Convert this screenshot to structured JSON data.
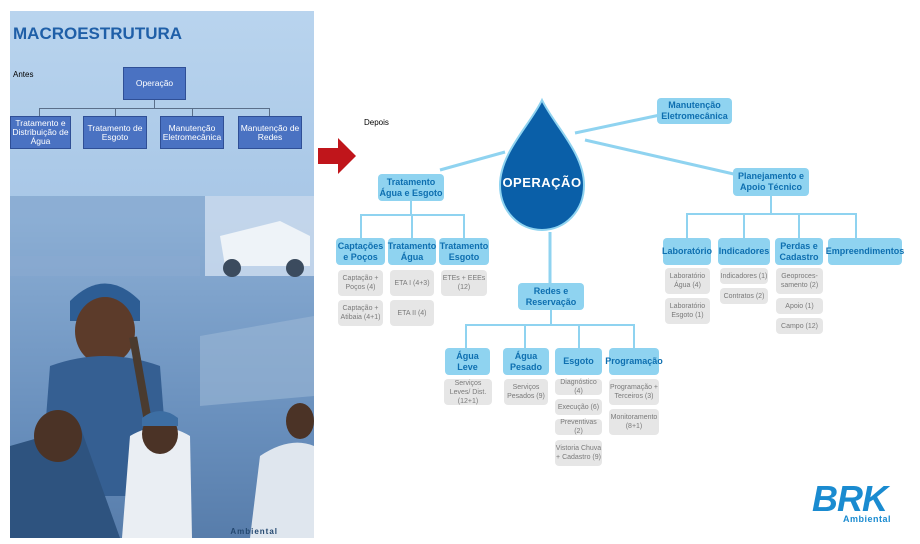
{
  "before": {
    "title": "MACROESTRUTURA",
    "label": "Antes",
    "root": "Operação",
    "children": [
      "Tratamento e Distribuição de Água",
      "Tratamento de Esgoto",
      "Manutenção Eletromecânica",
      "Manutenção de Redes"
    ],
    "photo_text": "Ambiental"
  },
  "after": {
    "label": "Depois",
    "center": "OPERAÇÃO",
    "manut": "Manutenção Eletromecânica",
    "trat": {
      "label": "Tratamento Água e Esgoto",
      "cols": [
        {
          "label": "Captações e Poços",
          "items": [
            "Captação + Poços (4)",
            "Captação + Atibaia (4+1)"
          ]
        },
        {
          "label": "Tratamento Água",
          "items": [
            "ETA I (4+3)",
            "ETA II (4)"
          ]
        },
        {
          "label": "Tratamento Esgoto",
          "items": [
            "ETEs + EEEs (12)"
          ]
        }
      ]
    },
    "planej": {
      "label": "Planejamento e Apoio Técnico",
      "cols": [
        {
          "label": "Laboratório",
          "items": [
            "Laboratório Água (4)",
            "Laboratório Esgoto (1)"
          ]
        },
        {
          "label": "Indicadores",
          "items": [
            "Indicadores (1)",
            "Contratos (2)"
          ]
        },
        {
          "label": "Perdas e Cadastro",
          "items": [
            "Geoproces-samento (2)",
            "Apoio (1)",
            "Campo (12)"
          ]
        },
        {
          "label": "Empreendimentos",
          "items": []
        }
      ]
    },
    "redes": {
      "label": "Redes e Reservação",
      "cols": [
        {
          "label": "Água Leve",
          "items": [
            "Serviços Leves/ Dist. (12+1)"
          ]
        },
        {
          "label": "Água Pesado",
          "items": [
            "Serviços Pesados (9)"
          ]
        },
        {
          "label": "Esgoto",
          "items": [
            "Diagnóstico (4)",
            "Execução (6)",
            "Preventivas (2)",
            "Vistoria Chuva + Cadastro (9)"
          ]
        },
        {
          "label": "Programação",
          "items": [
            "Programação + Terceiros (3)",
            "Monitoramento (8+1)"
          ]
        }
      ]
    }
  },
  "logo": {
    "brand": "BRK",
    "sub": "Ambiental"
  },
  "colors": {
    "node": "#8fd3f0",
    "node_text": "#0e6fb0",
    "drop": "#0a5fa8",
    "arrow": "#c0151b",
    "old_box": "#4a72c2"
  }
}
